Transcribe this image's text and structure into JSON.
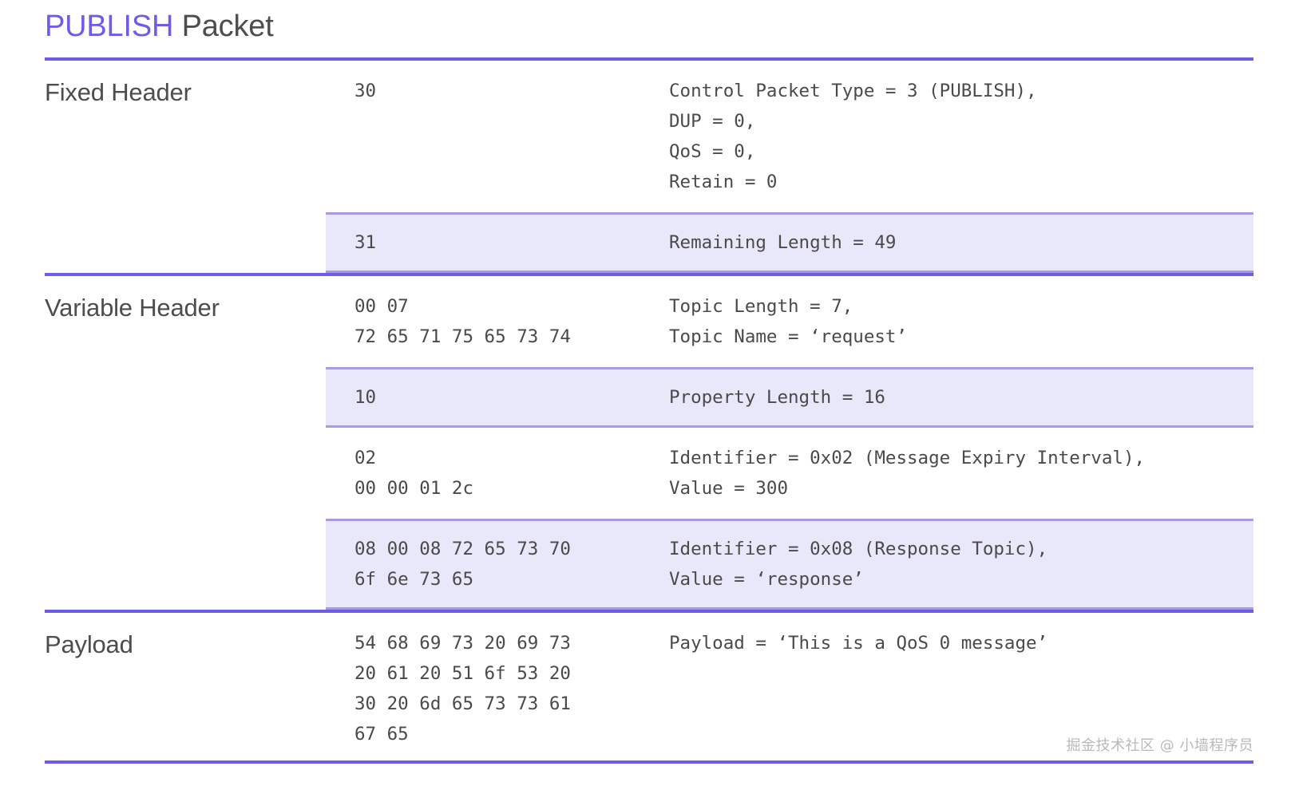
{
  "title": {
    "keyword": "PUBLISH",
    "rest": " Packet"
  },
  "colors": {
    "accent": "#6C5CE7",
    "highlight_bg": "#E9E7FA",
    "highlight_border": "#A49BE2",
    "text": "#4a4a4a"
  },
  "sections": [
    {
      "label": "Fixed Header",
      "rows": [
        {
          "highlighted": false,
          "hex": [
            "30"
          ],
          "desc": [
            "Control Packet Type = 3 (PUBLISH),",
            "DUP = 0,",
            "QoS = 0,",
            "Retain = 0"
          ]
        },
        {
          "highlighted": true,
          "hex": [
            "31"
          ],
          "desc": [
            "Remaining Length = 49"
          ]
        }
      ]
    },
    {
      "label": "Variable Header",
      "rows": [
        {
          "highlighted": false,
          "hex": [
            "00 07",
            "72 65 71 75 65 73 74"
          ],
          "desc": [
            "Topic Length = 7,",
            "Topic Name = ‘request’"
          ]
        },
        {
          "highlighted": true,
          "hex": [
            "10"
          ],
          "desc": [
            "Property Length = 16"
          ]
        },
        {
          "highlighted": false,
          "hex": [
            "02",
            "00 00 01 2c"
          ],
          "desc": [
            "Identifier = 0x02 (Message Expiry Interval),",
            "Value = 300"
          ]
        },
        {
          "highlighted": true,
          "hex": [
            "08 00 08 72 65 73 70",
            "6f 6e 73 65"
          ],
          "desc": [
            "Identifier = 0x08 (Response Topic),",
            "Value = ‘response’"
          ]
        }
      ]
    },
    {
      "label": "Payload",
      "rows": [
        {
          "highlighted": false,
          "hex": [
            "54 68 69 73 20 69 73",
            "20 61 20 51 6f 53 20",
            "30 20 6d 65 73 73 61",
            "67 65"
          ],
          "desc": [
            "Payload = ‘This is a QoS 0 message’"
          ]
        }
      ]
    }
  ],
  "watermark": "掘金技术社区 @ 小墙程序员"
}
